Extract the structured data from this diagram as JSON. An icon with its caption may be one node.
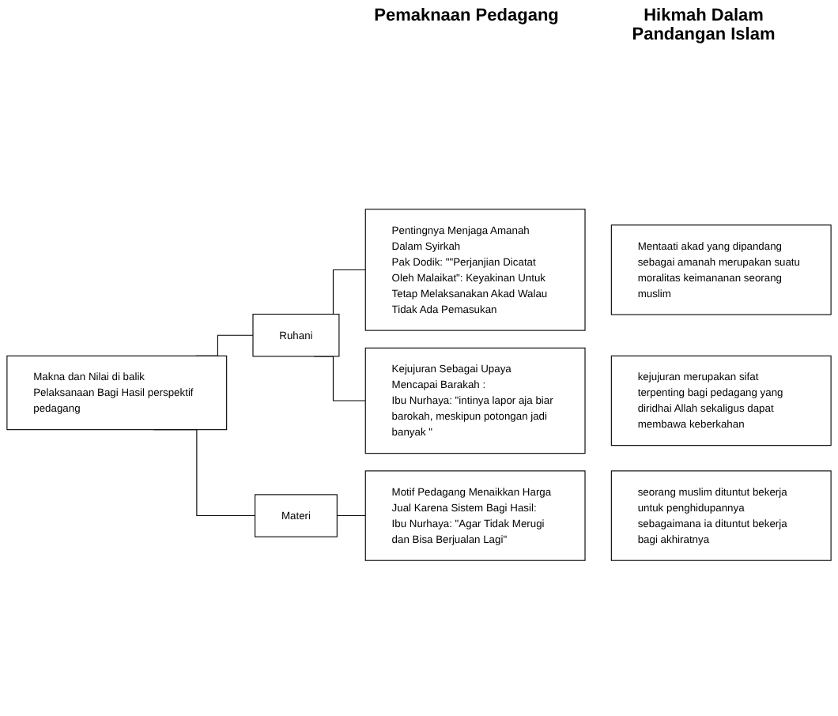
{
  "diagram": {
    "nodes": [
      {
        "text": [
          "Makna dan Nilai di balik Pelaksanaan Bagi Hasil perspektif pedagang"
        ]
      },
      {
        "text": [
          "Ruhani"
        ]
      },
      {
        "text": [
          "Materi"
        ]
      },
      {
        "text": [
          "Pentingnya Menjaga Amanah Dalam Syirkah",
          "Pak Dodik: \"\"Perjanjian Dicatat Oleh Malaikat\": Keyakinan Untuk Tetap Melaksanakan Akad Walau Tidak Ada Pemasukan"
        ]
      },
      {
        "text": [
          "Kejujuran Sebagai Upaya Mencapai Barakah :",
          "Ibu Nurhaya: \"intinya lapor aja biar barokah, meskipun potongan jadi banyak \""
        ]
      },
      {
        "text": [
          "Motif Pedagang Menaikkan Harga Jual Karena Sistem Bagi Hasil:",
          "Ibu Nurhaya: \"Agar Tidak Merugi dan Bisa Berjualan Lagi\""
        ]
      },
      {
        "text": [
          "Mentaati akad yang dipandang sebagai amanah merupakan suatu moralitas keimananan seorang muslim"
        ]
      },
      {
        "text": [
          "kejujuran merupakan sifat terpenting bagi pedagang yang diridhai Allah sekaligus dapat membawa keberkahan"
        ]
      },
      {
        "text": [
          "seorang muslim dituntut bekerja untuk penghidupannya sebagaimana ia dituntut bekerja bagi akhiratnya"
        ]
      }
    ],
    "edges": [
      {
        "from": 0,
        "to": 1,
        "arrow": "none"
      },
      {
        "from": 0,
        "to": 2,
        "arrow": "none"
      },
      {
        "from": 1,
        "to": 3,
        "arrow": "none"
      },
      {
        "from": 1,
        "to": 4,
        "arrow": "none"
      },
      {
        "from": 2,
        "to": 5,
        "arrow": "none"
      }
    ],
    "labels": [
      "Pemaknaan Pedagang",
      "Hikmah Dalam Pandangan Islam"
    ]
  }
}
